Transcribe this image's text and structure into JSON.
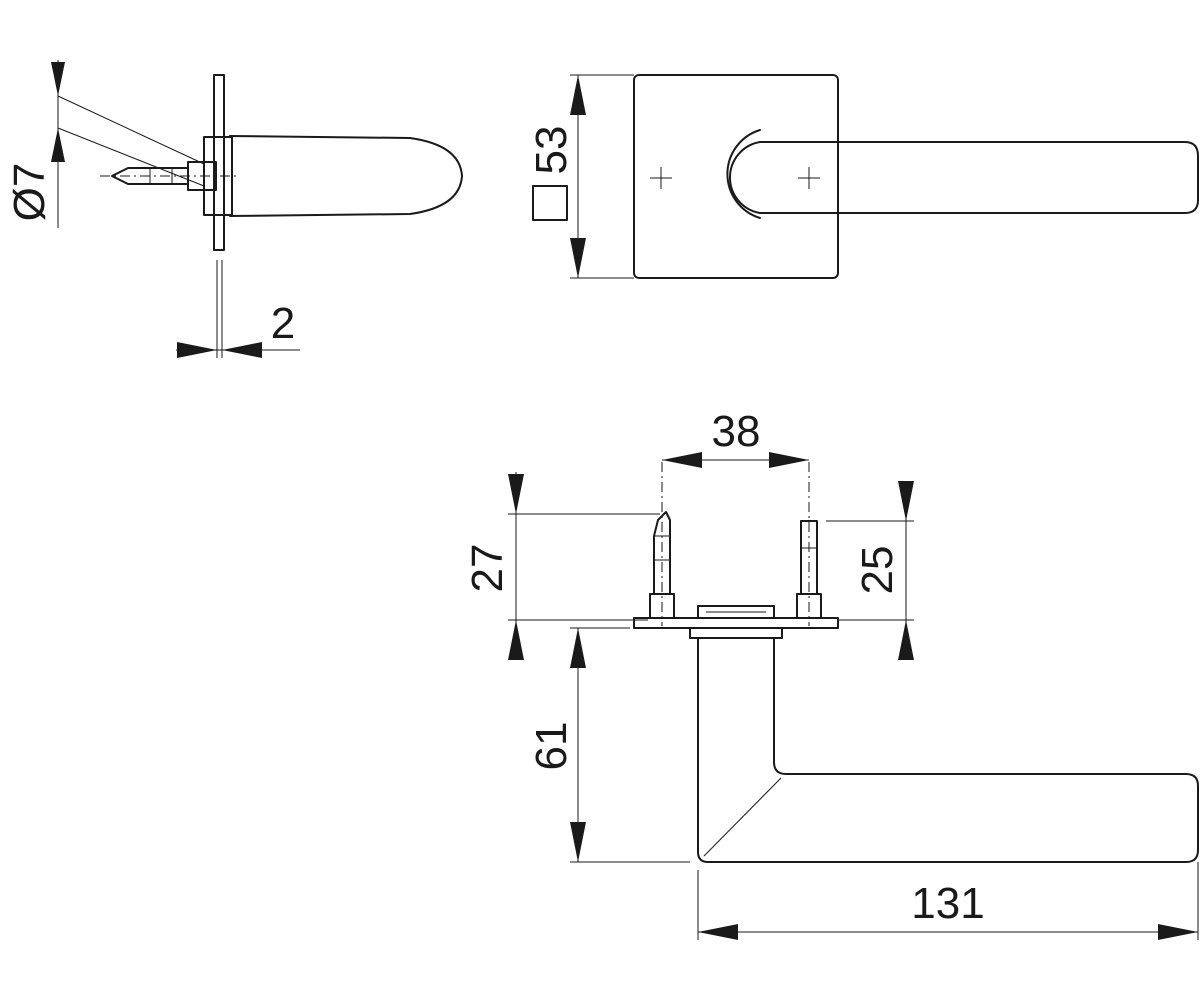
{
  "dimensions": {
    "shank_diameter": "Ø7",
    "rose_thickness": "2",
    "rose_square": "53",
    "screw_spacing": "38",
    "pin_length_left": "27",
    "pin_length_right": "25",
    "handle_height": "61",
    "handle_length": "131"
  },
  "colors": {
    "line": "#1a1a1a",
    "background": "#ffffff"
  }
}
